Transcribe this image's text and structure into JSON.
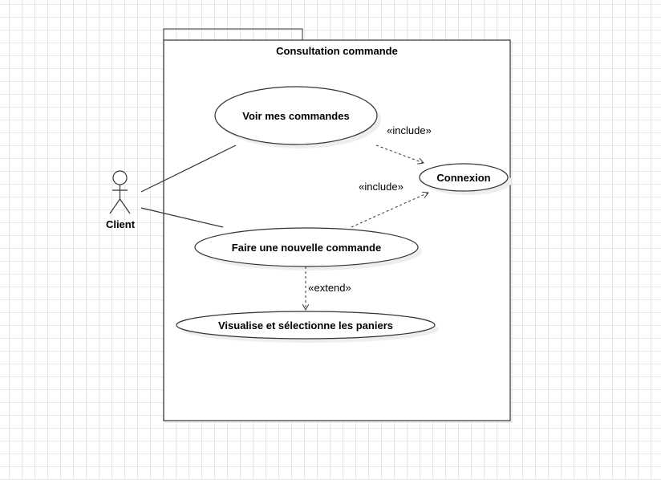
{
  "diagram": {
    "type": "uml-use-case",
    "system": {
      "name": "Consultation commande"
    },
    "actor": {
      "name": "Client"
    },
    "use_cases": {
      "voir_commandes": "Voir mes commandes",
      "connexion": "Connexion",
      "nouvelle_commande": "Faire une nouvelle commande",
      "visualise_paniers": "Visualise et sélectionne les paniers"
    },
    "relations": {
      "include_1": "«include»",
      "include_2": "«include»",
      "extend": "«extend»"
    },
    "colors": {
      "line": "#333333",
      "shadow": "#eeeeee",
      "grid": "#e6e6e6",
      "background": "#ffffff"
    }
  }
}
